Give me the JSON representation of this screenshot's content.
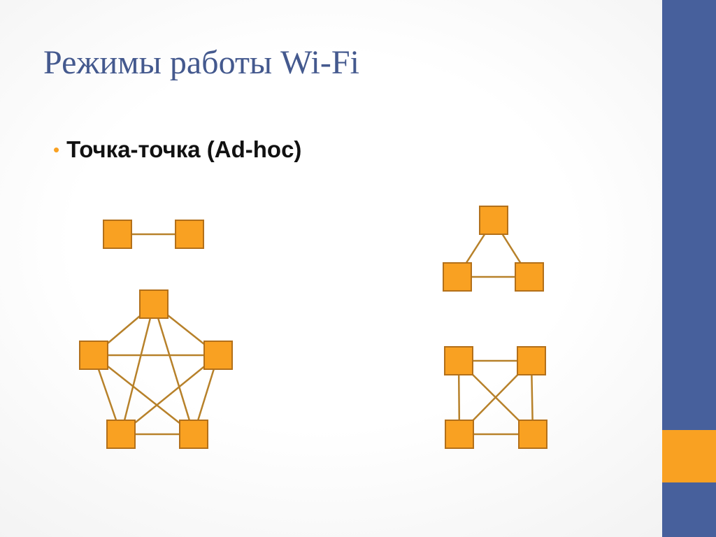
{
  "slide": {
    "title": "Режимы работы Wi-Fi",
    "bullets": [
      {
        "text": "Точка-точка (Ad-hoc)"
      }
    ]
  },
  "colors": {
    "title": "#44598e",
    "side_bar": "#47609c",
    "accent": "#f9a122",
    "node_fill": "#f9a122",
    "node_border": "#b3701a",
    "edge": "#b7812a"
  },
  "diagrams": [
    {
      "name": "two-node-link",
      "node_count": 2,
      "edges": [
        [
          0,
          1
        ]
      ]
    },
    {
      "name": "three-node-mesh",
      "node_count": 3,
      "edges": [
        [
          0,
          1
        ],
        [
          0,
          2
        ],
        [
          1,
          2
        ]
      ]
    },
    {
      "name": "five-node-mesh",
      "node_count": 5,
      "edges": [
        [
          0,
          1
        ],
        [
          0,
          2
        ],
        [
          0,
          3
        ],
        [
          0,
          4
        ],
        [
          1,
          2
        ],
        [
          1,
          3
        ],
        [
          1,
          4
        ],
        [
          2,
          3
        ],
        [
          2,
          4
        ],
        [
          3,
          4
        ]
      ]
    },
    {
      "name": "four-node-mesh",
      "node_count": 4,
      "edges": [
        [
          0,
          1
        ],
        [
          0,
          2
        ],
        [
          0,
          3
        ],
        [
          1,
          2
        ],
        [
          1,
          3
        ],
        [
          2,
          3
        ]
      ]
    }
  ]
}
